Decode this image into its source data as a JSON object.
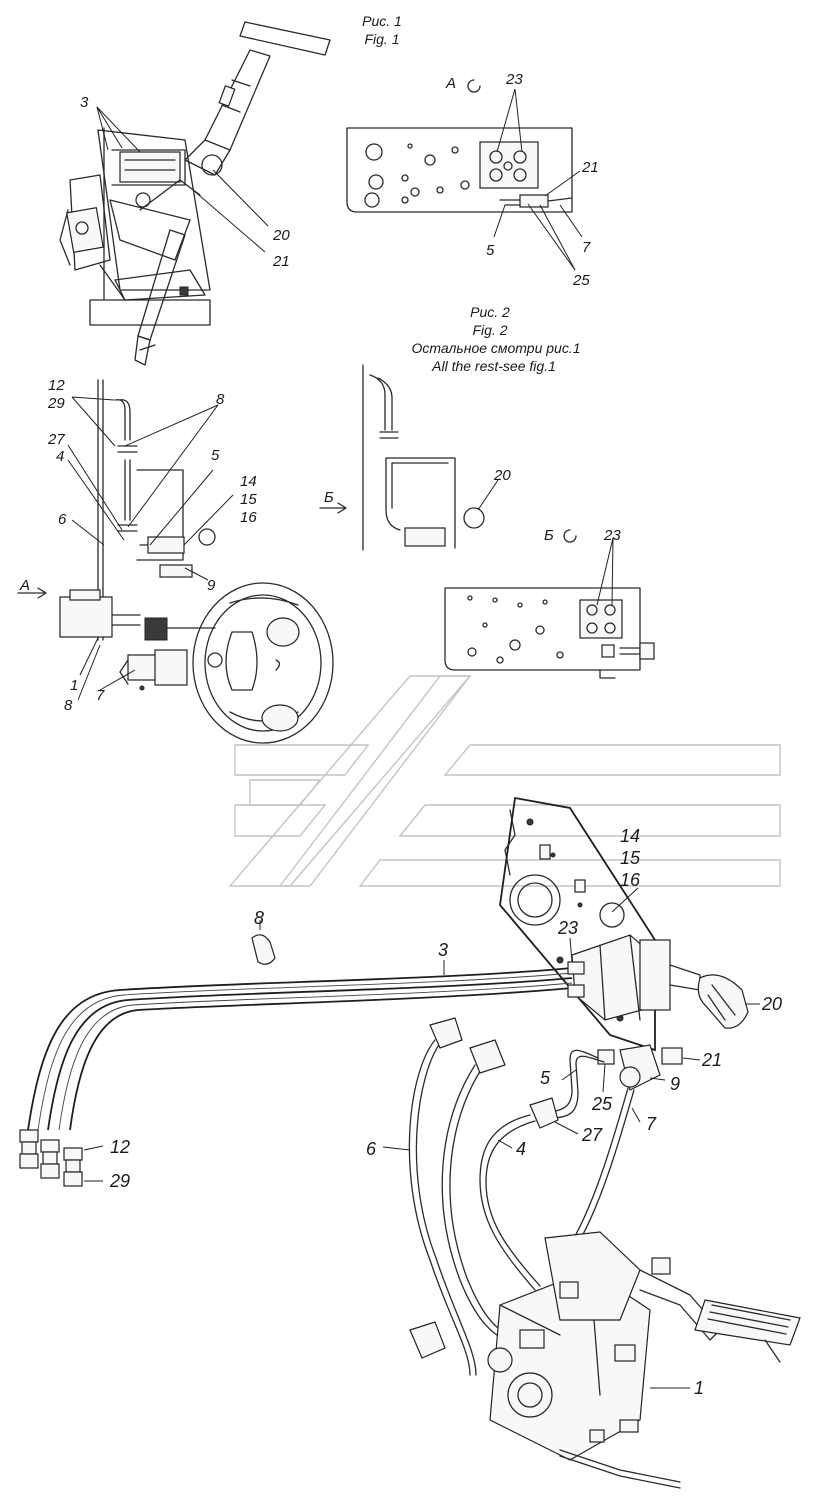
{
  "captions": {
    "fig1_ru": "Рис. 1",
    "fig1_en": "Fig. 1",
    "fig2_ru": "Рис. 2",
    "fig2_en": "Fig. 2",
    "fig2_note_ru": "Остальное смотри рис.1",
    "fig2_note_en": "All the rest-see fig.1"
  },
  "view_marks": {
    "view_a": "А",
    "view_b": "Б"
  },
  "callouts": {
    "fig1_top": [
      "3",
      "20",
      "21"
    ],
    "view_a": [
      "23",
      "21",
      "5",
      "7",
      "25"
    ],
    "fig2_left": [
      "12",
      "29",
      "8",
      "27",
      "4",
      "5",
      "14",
      "15",
      "16",
      "6",
      "9",
      "1",
      "7",
      "8"
    ],
    "fig2_right": [
      "20",
      "23"
    ],
    "main": [
      "14",
      "15",
      "16",
      "8",
      "3",
      "23",
      "20",
      "21",
      "5",
      "9",
      "25",
      "7",
      "6",
      "4",
      "27",
      "12",
      "29",
      "1"
    ]
  }
}
